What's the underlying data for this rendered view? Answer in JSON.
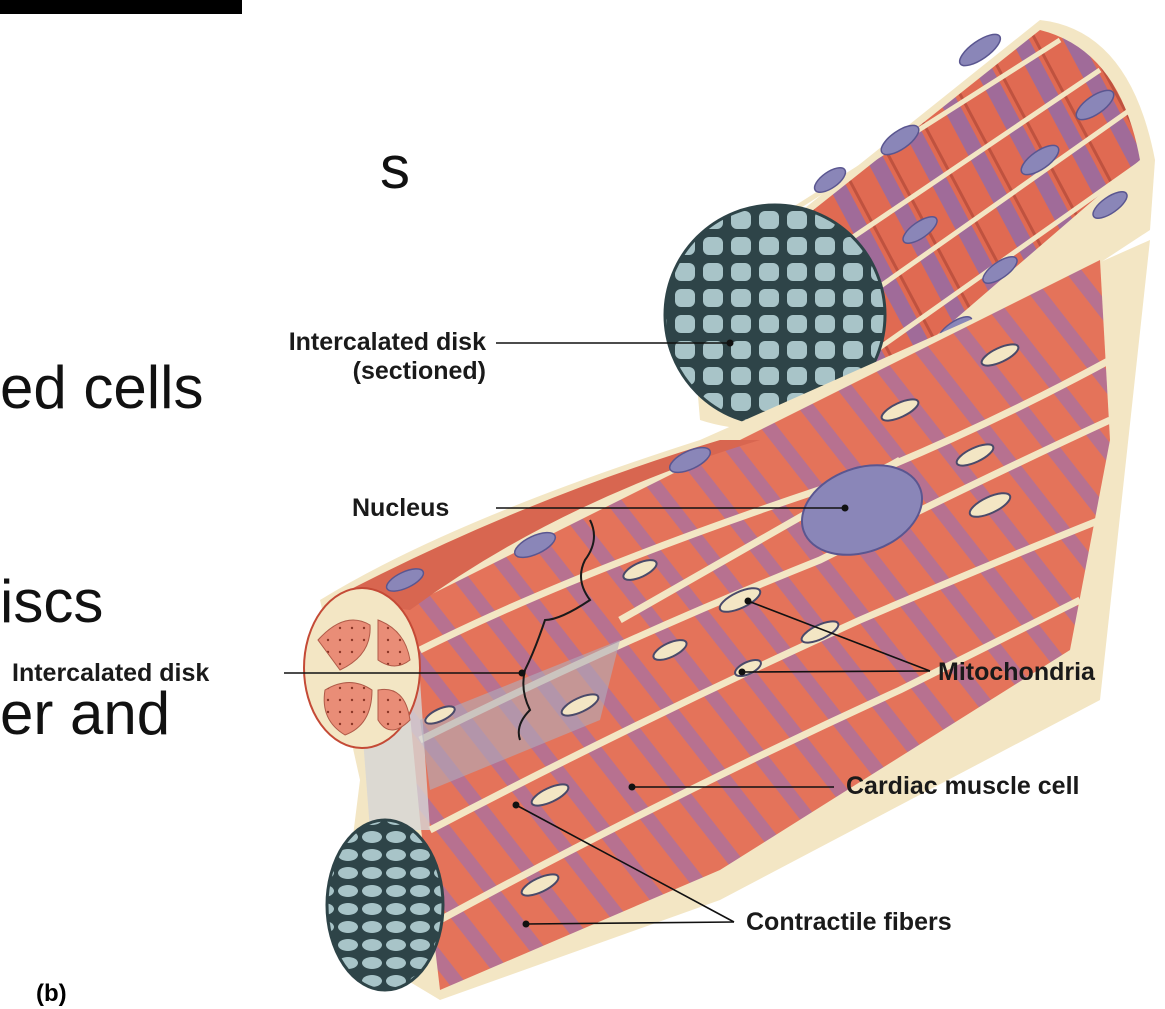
{
  "slide": {
    "fragments": [
      "s",
      "ed cells",
      "iscs",
      "er and"
    ]
  },
  "diagram": {
    "panel_label": "(b)",
    "labels": {
      "intercalated_disk_sectioned_line1": "Intercalated disk",
      "intercalated_disk_sectioned_line2": "(sectioned)",
      "nucleus": "Nucleus",
      "intercalated_disk": "Intercalated disk",
      "mitochondria": "Mitochondria",
      "cardiac_muscle_cell": "Cardiac muscle cell",
      "contractile_fibers": "Contractile fibers"
    }
  },
  "colors": {
    "muscle": "#e06a52",
    "muscle_dark": "#c44a36",
    "striation": "#8a6ab0",
    "membrane": "#f3e6c4",
    "nucleus": "#8a86b8",
    "section": "#a8c4c8",
    "section_outline": "#2e4448"
  }
}
